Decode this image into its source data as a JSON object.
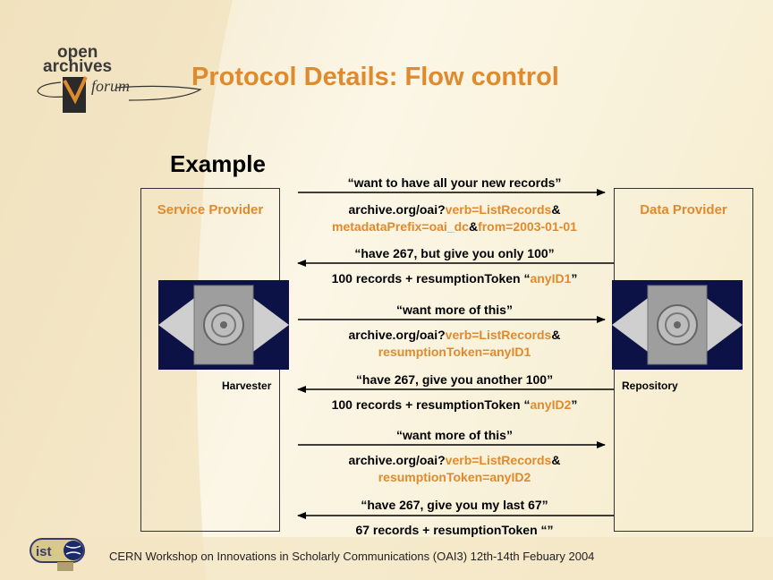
{
  "logo": {
    "line1": "open",
    "line2": "archives",
    "line3": "forum"
  },
  "title": "Protocol Details: Flow control",
  "example_label": "Example",
  "service_provider": {
    "title": "Service Provider",
    "caption": "Harvester"
  },
  "data_provider": {
    "title": "Data Provider",
    "caption": "Repository"
  },
  "messages": {
    "m1": "“want to have all your new records”",
    "r1_a": "archive.org/oai?",
    "r1_b": "verb=ListRecords",
    "r1_c": "&",
    "r1_d": "metadataPrefix=oai_dc",
    "r1_e": "&",
    "r1_f": "from=2003-01-01",
    "m2": "“have 267, but give you only 100”",
    "r2_a": "100 records + resumptionToken “",
    "r2_b": "anyID1",
    "r2_c": "”",
    "m3": "“want more of this”",
    "r3_a": "archive.org/oai?",
    "r3_b": "verb=ListRecords",
    "r3_c": "&",
    "r3_d": "resumptionToken=anyID1",
    "m4": "“have 267, give you another 100”",
    "r4_a": "100 records + resumptionToken “",
    "r4_b": "anyID2",
    "r4_c": "”",
    "m5": "“want more of this”",
    "r5_a": "archive.org/oai?",
    "r5_b": "verb=ListRecords",
    "r5_c": "&",
    "r5_d": "resumptionToken=anyID2",
    "m6": "“have 267, give you my last 67”",
    "r6": "67 records + resumptionToken “”"
  },
  "footer": {
    "logo_text": "ist",
    "text": "CERN Workshop on Innovations in Scholarly Communications (OAI3)  12th-14th Febuary 2004"
  },
  "colors": {
    "accent": "#e08a2e",
    "background": "#f6efd9",
    "icon_blue": "#0d1246"
  }
}
